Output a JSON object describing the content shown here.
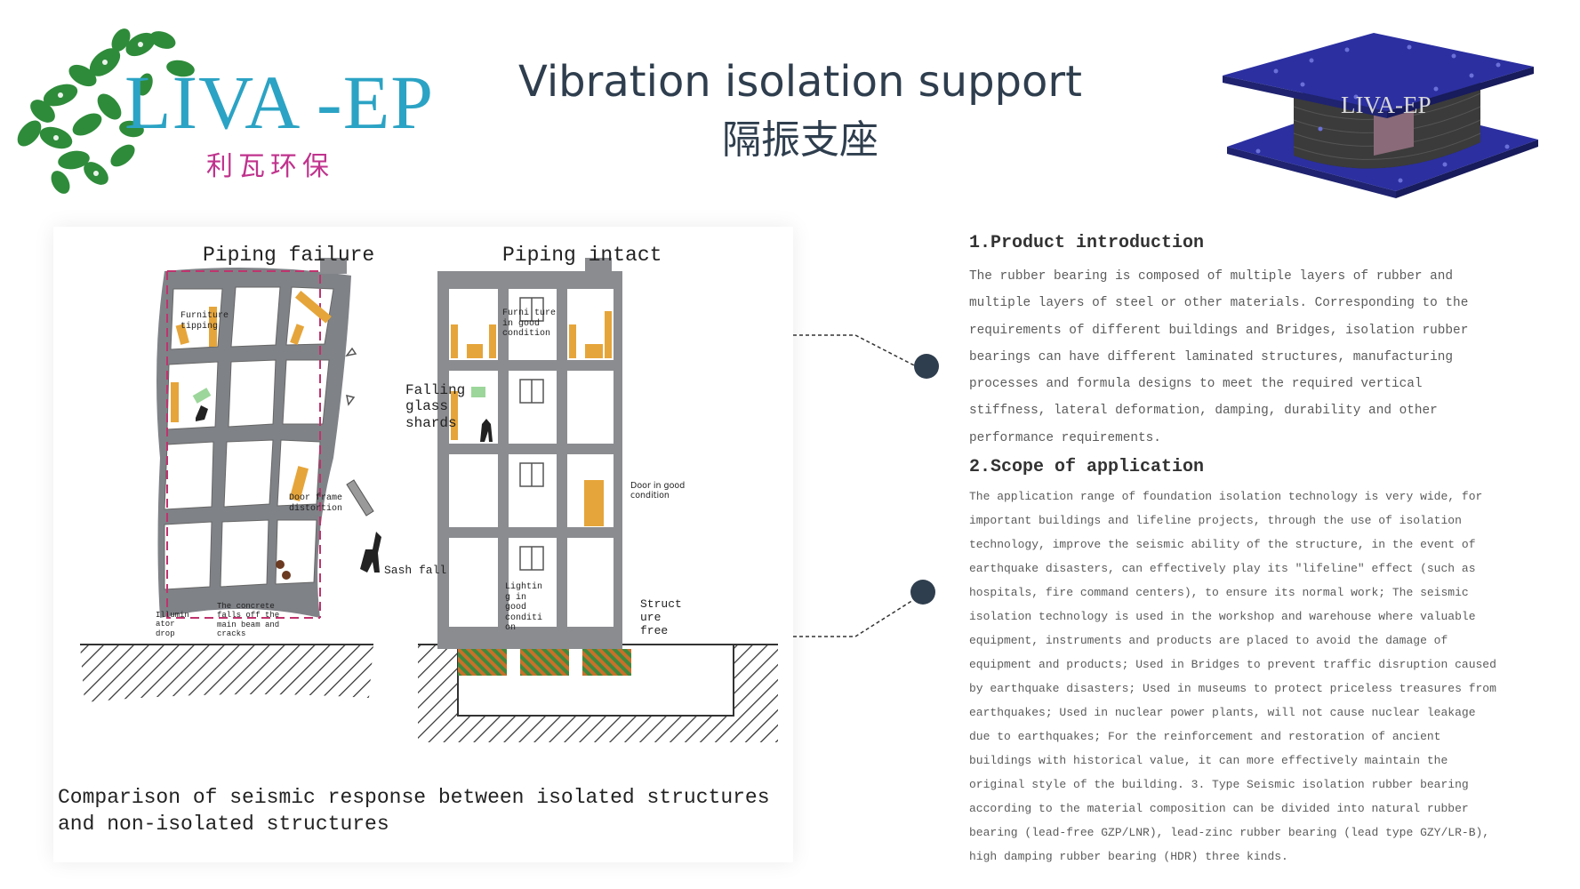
{
  "header": {
    "logo_text": "LIVA -EP",
    "logo_cn": "利瓦环保",
    "title_en": "Vibration isolation support",
    "title_cn": "隔振支座",
    "bearing_label": "LIVA-EP"
  },
  "figure": {
    "title_failure": "Piping failure",
    "title_intact": "Piping intact",
    "labels": {
      "furniture_tipping": "Furniture\ntipping",
      "falling_glass": "Falling\nglass\nshards",
      "door_frame": "Door frame\ndistortion",
      "sash_fall": "Sash fall",
      "illuminator_drop": "Illumin\nator\ndrop",
      "concrete_falls": "The concrete\nfalls off the\nmain beam and\ncracks",
      "furniture_good": "Furni ture\nin good\ncondition",
      "door_good": "Door in good\ncondition",
      "lighting_good": "Lightin\ng in\ngood\nconditi\non",
      "structure_free": "Struct\nure\nfree"
    },
    "caption": "Comparison of seismic response between isolated structures and non-isolated structures"
  },
  "sections": {
    "intro_heading": "1.Product introduction",
    "intro_body": "The rubber bearing is composed of multiple layers of rubber and multiple layers of steel or other materials. Corresponding to the requirements of different buildings and Bridges, isolation rubber bearings can have different laminated structures, manufacturing processes and formula designs to meet the required vertical stiffness, lateral deformation, damping, durability and other performance requirements.",
    "scope_heading": "2.Scope of application",
    "scope_body": "The application range of foundation isolation technology is very wide, for important buildings and lifeline projects, through the use of isolation technology, improve the seismic ability of the structure, in the event of earthquake disasters, can effectively play its \"lifeline\" effect (such as hospitals, fire command centers), to ensure its normal work; The seismic isolation technology is used in the workshop and warehouse where valuable equipment, instruments and products are placed to avoid the damage of equipment and products; Used in Bridges to prevent traffic disruption caused by earthquake disasters; Used in museums to protect priceless treasures from earthquakes; Used in nuclear power plants, will not cause nuclear leakage due to earthquakes; For the reinforcement and restoration of ancient buildings with historical value, it can more effectively maintain the original style of the building. 3. Type Seismic isolation rubber bearing according to the material composition can be divided into natural rubber bearing (lead-free GZP/LNR), lead-zinc rubber bearing (lead type GZY/LR-B), high damping rubber bearing (HDR) three kinds."
  },
  "colors": {
    "logo_green": "#2e8b3a",
    "logo_blue": "#2ba3c4",
    "logo_magenta": "#c0338d",
    "bearing_blue": "#2b2fa0",
    "heading": "#2f3e4e"
  },
  "icons": [
    "leaf-cluster-logo",
    "bearing-3d-image",
    "building-illustration"
  ]
}
